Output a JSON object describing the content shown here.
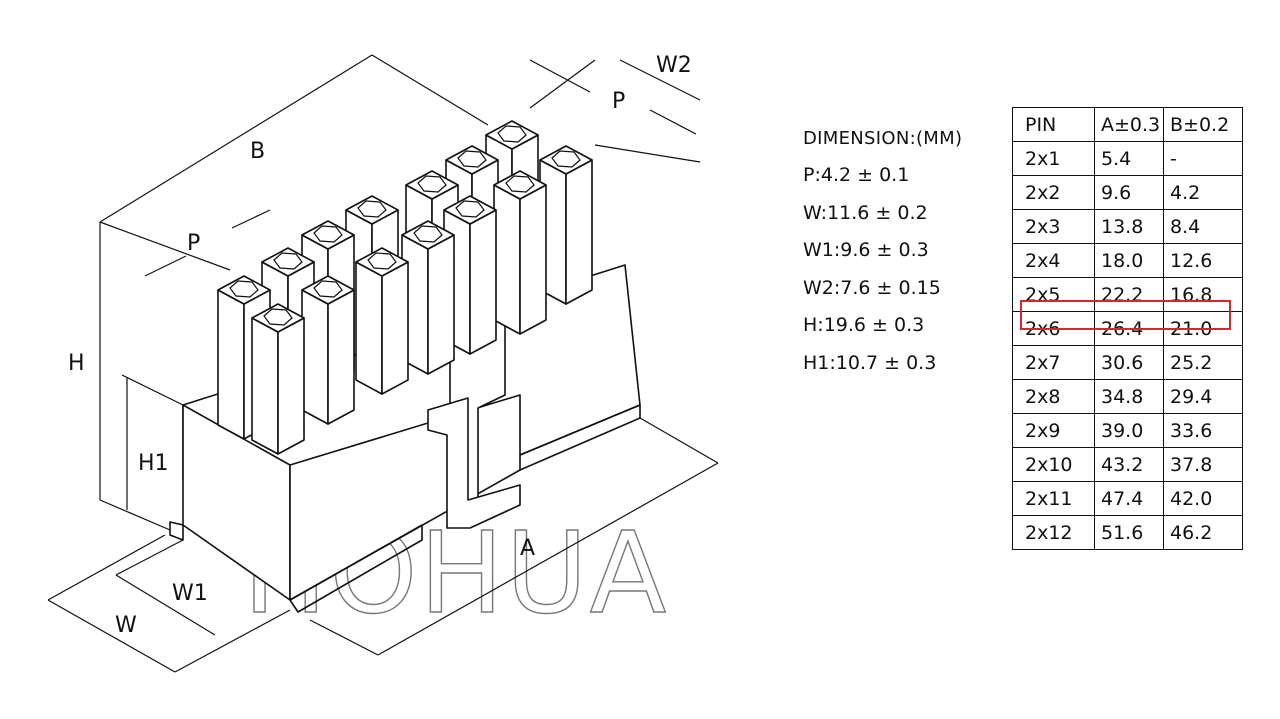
{
  "drawing": {
    "labels": {
      "B": "B",
      "P_top": "P",
      "W2": "W2",
      "P_left": "P",
      "H": "H",
      "H1": "H1",
      "W1": "W1",
      "W": "W",
      "A": "A"
    },
    "watermark": "HOHUA"
  },
  "dimensions": {
    "heading": "DIMENSION:(MM)",
    "items": [
      "P:4.2 ± 0.1",
      "W:11.6 ± 0.2",
      "W1:9.6 ± 0.3",
      "W2:7.6 ± 0.15",
      "H:19.6 ± 0.3",
      "H1:10.7 ± 0.3"
    ]
  },
  "table": {
    "headers": [
      "PIN",
      "A±0.3",
      "B±0.2"
    ],
    "rows": [
      [
        "2x1",
        "5.4",
        "-"
      ],
      [
        "2x2",
        "9.6",
        "4.2"
      ],
      [
        "2x3",
        "13.8",
        "8.4"
      ],
      [
        "2x4",
        "18.0",
        "12.6"
      ],
      [
        "2x5",
        "22.2",
        "16.8"
      ],
      [
        "2x6",
        "26.4",
        "21.0"
      ],
      [
        "2x7",
        "30.6",
        "25.2"
      ],
      [
        "2x8",
        "34.8",
        "29.4"
      ],
      [
        "2x9",
        "39.0",
        "33.6"
      ],
      [
        "2x10",
        "43.2",
        "37.8"
      ],
      [
        "2x11",
        "47.4",
        "42.0"
      ],
      [
        "2x12",
        "51.6",
        "46.2"
      ]
    ],
    "highlight_row_index": 4,
    "highlight_color": "#d9262b"
  }
}
